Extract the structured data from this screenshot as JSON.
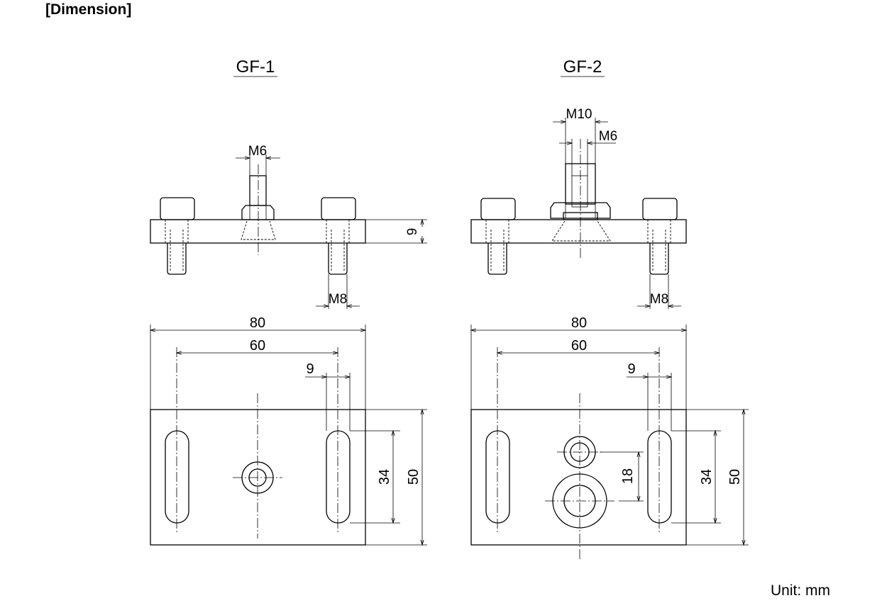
{
  "page": {
    "title": "[Dimension]",
    "unit": "Unit: mm"
  },
  "gf1": {
    "title": "GF-1",
    "labels": {
      "m6": "M6",
      "m8": "M8",
      "thickness": "9",
      "width": "80",
      "pitch": "60",
      "slot": "9",
      "slot_len": "34",
      "height": "50"
    }
  },
  "gf2": {
    "title": "GF-2",
    "labels": {
      "m10": "M10",
      "m6": "M6",
      "m8": "M8",
      "width": "80",
      "pitch": "60",
      "slot": "9",
      "hole_pitch": "18",
      "slot_len": "34",
      "height": "50"
    }
  }
}
